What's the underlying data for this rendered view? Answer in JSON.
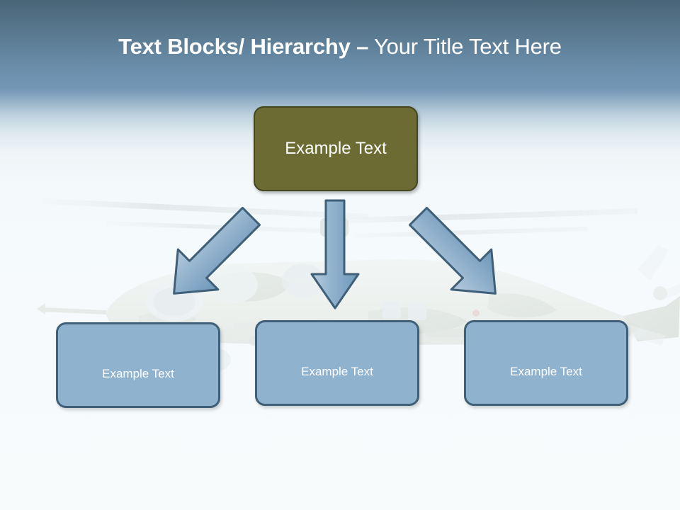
{
  "slide": {
    "title_bold": "Text Blocks/ Hierarchy –",
    "title_regular": " Your Title Text Here",
    "background_image": "helicopter-watermark"
  },
  "diagram": {
    "root": {
      "label": "Example  Text",
      "fill": "#6b6b33",
      "border": "#45451f",
      "text_color": "#ffffff"
    },
    "children": [
      {
        "label": "Example Text",
        "fill": "#8fb2ce",
        "border": "#3f6078",
        "text_color": "#ffffff"
      },
      {
        "label": "Example Text",
        "fill": "#8fb2ce",
        "border": "#3f6078",
        "text_color": "#ffffff"
      },
      {
        "label": "Example Text",
        "fill": "#8fb2ce",
        "border": "#3f6078",
        "text_color": "#ffffff"
      }
    ],
    "connectors": [
      {
        "name": "arrow-down-left",
        "direction": "down-left"
      },
      {
        "name": "arrow-down",
        "direction": "down"
      },
      {
        "name": "arrow-down-right",
        "direction": "down-right"
      }
    ]
  },
  "colors": {
    "header_top": "#4a6578",
    "header_bottom": "#7497b6",
    "page_background": "#f7fbfc",
    "arrow_fill_light": "#a9c3d8",
    "arrow_fill_dark": "#6d98bb",
    "arrow_stroke": "#3f6078"
  }
}
